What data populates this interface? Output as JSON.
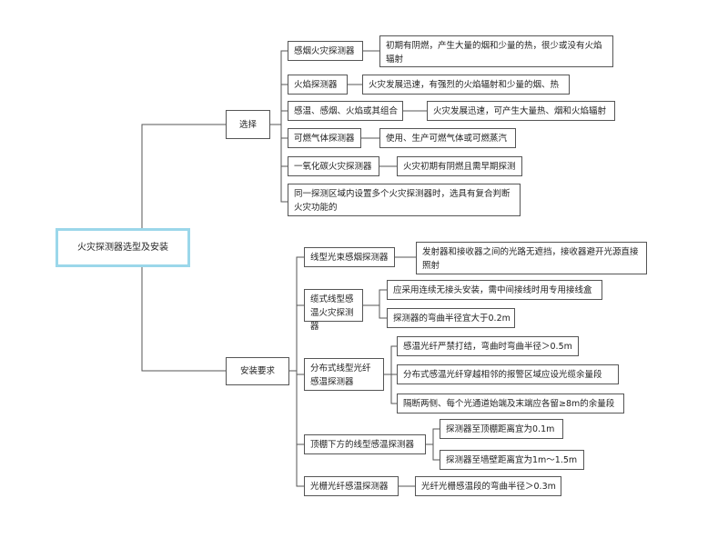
{
  "root": "火灾探测器选型及安装",
  "select": {
    "label": "选择",
    "items": [
      {
        "label": "感烟火灾探测器",
        "detail": "初期有阴燃，产生大量的烟和少量的热，很少或没有火焰辐射"
      },
      {
        "label": "火焰探测器",
        "detail": "火灾发展迅速，有强烈的火焰辐射和少量的烟、热"
      },
      {
        "label": "感温、感烟、火焰或其组合",
        "detail": "火灾发展迅速，可产生大量热、烟和火焰辐射"
      },
      {
        "label": "可燃气体探测器",
        "detail": "使用、生产可燃气体或可燃蒸汽"
      },
      {
        "label": "一氧化碳火灾探测器",
        "detail": "火灾初期有阴燃且需早期探测"
      },
      {
        "label": "同一探测区域内设置多个火灾探测器时，选具有复合判断火灾功能的"
      }
    ]
  },
  "install": {
    "label": "安装要求",
    "items": [
      {
        "label": "线型光束感烟探测器",
        "details": [
          "发射器和接收器之间的光路无遮挡，接收器避开光源直接照射"
        ]
      },
      {
        "label": "缆式线型感温火灾探测器",
        "details": [
          "应采用连续无接头安装，需中间接线时用专用接线盒",
          "探测器的弯曲半径宜大于0.2m"
        ]
      },
      {
        "label": "分布式线型光纤感温探测器",
        "details": [
          "感温光纤严禁打结，弯曲时弯曲半径＞0.5m",
          "分布式感温光纤穿越相邻的报警区域应设光缆余量段",
          "隔断两侧、每个光通道始端及末端应各留≥8m的余量段"
        ]
      },
      {
        "label": "顶棚下方的线型感温探测器",
        "details": [
          "探测器至顶棚距离宜为0.1m",
          "探测器至墙壁距离宜为1m～1.5m"
        ]
      },
      {
        "label": "光栅光纤感温探测器",
        "details": [
          "光纤光栅感温段的弯曲半径＞0.3m"
        ]
      }
    ]
  }
}
